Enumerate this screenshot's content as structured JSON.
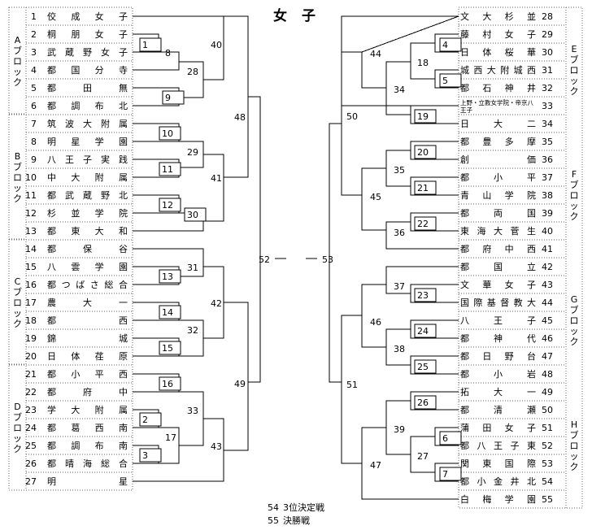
{
  "title": "女 子",
  "left_blocks": [
    {
      "label": "Aブロック",
      "teams": [
        {
          "no": "1",
          "name": "佼　成　女　子"
        },
        {
          "no": "2",
          "name": "桐　朋　女　子"
        },
        {
          "no": "3",
          "name": "武　蔵　野　女　子"
        },
        {
          "no": "4",
          "name": "都　国　分　寺"
        },
        {
          "no": "5",
          "name": "都　　田　　無"
        },
        {
          "no": "6",
          "name": "都　調　布　北"
        }
      ]
    },
    {
      "label": "Bブロック",
      "teams": [
        {
          "no": "7",
          "name": "筑　波　大　附　属"
        },
        {
          "no": "8",
          "name": "明　星　学　園"
        },
        {
          "no": "9",
          "name": "八　王　子　実　践"
        },
        {
          "no": "10",
          "name": "中　大　附　属"
        },
        {
          "no": "11",
          "name": "都　武　蔵　野　北"
        },
        {
          "no": "12",
          "name": "杉　並　学　院"
        },
        {
          "no": "13",
          "name": "都　東　大　和"
        }
      ]
    },
    {
      "label": "Cブロック",
      "teams": [
        {
          "no": "14",
          "name": "都　　保　　谷"
        },
        {
          "no": "15",
          "name": "八　雲　学　園"
        },
        {
          "no": "16",
          "name": "都　つ　ば　さ　総　合"
        },
        {
          "no": "17",
          "name": "農　　　大　　　一"
        },
        {
          "no": "18",
          "name": "都　　　　　　西"
        },
        {
          "no": "19",
          "name": "錦　　　　　　城"
        },
        {
          "no": "20",
          "name": "日　体　荏　原"
        }
      ]
    },
    {
      "label": "Dブロック",
      "teams": [
        {
          "no": "21",
          "name": "都　小　平　西"
        },
        {
          "no": "22",
          "name": "都　　　府　　　中"
        },
        {
          "no": "23",
          "name": "学　大　附　属"
        },
        {
          "no": "24",
          "name": "都　葛　西　南"
        },
        {
          "no": "25",
          "name": "都　調　布　南"
        },
        {
          "no": "26",
          "name": "都　晴　海　総　合"
        },
        {
          "no": "27",
          "name": "明　　　　　　星"
        }
      ]
    }
  ],
  "right_blocks": [
    {
      "label": "Eブロック",
      "teams": [
        {
          "no": "28",
          "name": "文　大　杉　並"
        },
        {
          "no": "29",
          "name": "藤　村　女　子"
        },
        {
          "no": "30",
          "name": "日　体　桜　華"
        },
        {
          "no": "31",
          "name": "城西大附城西"
        },
        {
          "no": "32",
          "name": "都　石　神　井"
        },
        {
          "no": "33",
          "name": "上野・立教女学院・帝京八王子",
          "small": true
        },
        {
          "no": "34",
          "name": "日　　大　　二"
        }
      ]
    },
    {
      "label": "Fブロック",
      "teams": [
        {
          "no": "35",
          "name": "都　豊　多　摩"
        },
        {
          "no": "36",
          "name": "創　　　価"
        },
        {
          "no": "37",
          "name": "都　　小　　平"
        },
        {
          "no": "38",
          "name": "青　山　学　院"
        },
        {
          "no": "39",
          "name": "都　　両　　国"
        },
        {
          "no": "40",
          "name": "東　海　大　菅　生"
        },
        {
          "no": "41",
          "name": "都　府　中　西"
        }
      ]
    },
    {
      "label": "Gブロック",
      "teams": [
        {
          "no": "42",
          "name": "都　　国　　立"
        },
        {
          "no": "43",
          "name": "文　華　女　子"
        },
        {
          "no": "44",
          "name": "国　際　基　督　教　大"
        },
        {
          "no": "45",
          "name": "八　　王　　子"
        },
        {
          "no": "46",
          "name": "都　　神　　代"
        },
        {
          "no": "47",
          "name": "都　日　野　台"
        },
        {
          "no": "48",
          "name": "都　　小　　岩"
        }
      ]
    },
    {
      "label": "Hブロック",
      "teams": [
        {
          "no": "49",
          "name": "拓　　大　　一"
        },
        {
          "no": "50",
          "name": "都　　清　　瀬"
        },
        {
          "no": "51",
          "name": "蒲　田　女　子"
        },
        {
          "no": "52",
          "name": "都　八　王　子　東"
        },
        {
          "no": "53",
          "name": "関　東　国　際"
        },
        {
          "no": "54",
          "name": "都　小　金　井　北"
        },
        {
          "no": "55",
          "name": "白　梅　学　園"
        }
      ]
    }
  ],
  "matches": [
    "1",
    "2",
    "3",
    "4",
    "5",
    "6",
    "7",
    "8",
    "9",
    "10",
    "11",
    "12",
    "13",
    "14",
    "15",
    "16",
    "17",
    "18",
    "19",
    "20",
    "21",
    "22",
    "23",
    "24",
    "25",
    "26",
    "27",
    "28",
    "29",
    "30",
    "31",
    "32",
    "33",
    "34",
    "35",
    "36",
    "37",
    "38",
    "39",
    "40",
    "41",
    "42",
    "43",
    "44",
    "45",
    "46",
    "47",
    "48",
    "49",
    "50",
    "51",
    "52",
    "53"
  ],
  "footer": [
    {
      "no": "54",
      "text": "3位決定戦"
    },
    {
      "no": "55",
      "text": "決勝戦"
    }
  ]
}
